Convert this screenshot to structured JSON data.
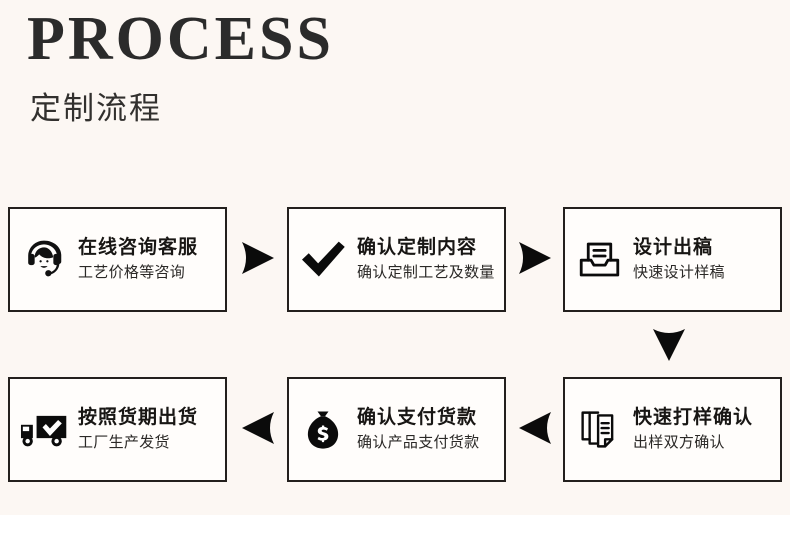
{
  "header": {
    "title_en": "PROCESS",
    "title_cn": "定制流程"
  },
  "colors": {
    "background": "#fcf7f3",
    "page_white": "#ffffff",
    "box_border": "#231f1d",
    "box_fill": "#fffdfb",
    "text_dark": "#181614",
    "arrow": "#000000"
  },
  "steps": [
    {
      "id": "step-1",
      "icon": "headset-support-icon",
      "title": "在线咨询客服",
      "subtitle": "工艺价格等咨询"
    },
    {
      "id": "step-2",
      "icon": "checkmark-icon",
      "title": "确认定制内容",
      "subtitle": "确认定制工艺及数量"
    },
    {
      "id": "step-3",
      "icon": "design-tray-icon",
      "title": "设计出稿",
      "subtitle": "快速设计样稿"
    },
    {
      "id": "step-4",
      "icon": "documents-stack-icon",
      "title": "快速打样确认",
      "subtitle": "出样双方确认"
    },
    {
      "id": "step-5",
      "icon": "money-bag-icon",
      "title": "确认支付货款",
      "subtitle": "确认产品支付货款"
    },
    {
      "id": "step-6",
      "icon": "delivery-truck-icon",
      "title": "按照货期出货",
      "subtitle": "工厂生产发货"
    }
  ],
  "arrows": [
    {
      "id": "arrow-1",
      "direction": "right",
      "from": "step-1",
      "to": "step-2"
    },
    {
      "id": "arrow-2",
      "direction": "right",
      "from": "step-2",
      "to": "step-3"
    },
    {
      "id": "arrow-3",
      "direction": "down",
      "from": "step-3",
      "to": "step-4"
    },
    {
      "id": "arrow-4",
      "direction": "left",
      "from": "step-4",
      "to": "step-5"
    },
    {
      "id": "arrow-5",
      "direction": "left",
      "from": "step-5",
      "to": "step-6"
    }
  ]
}
